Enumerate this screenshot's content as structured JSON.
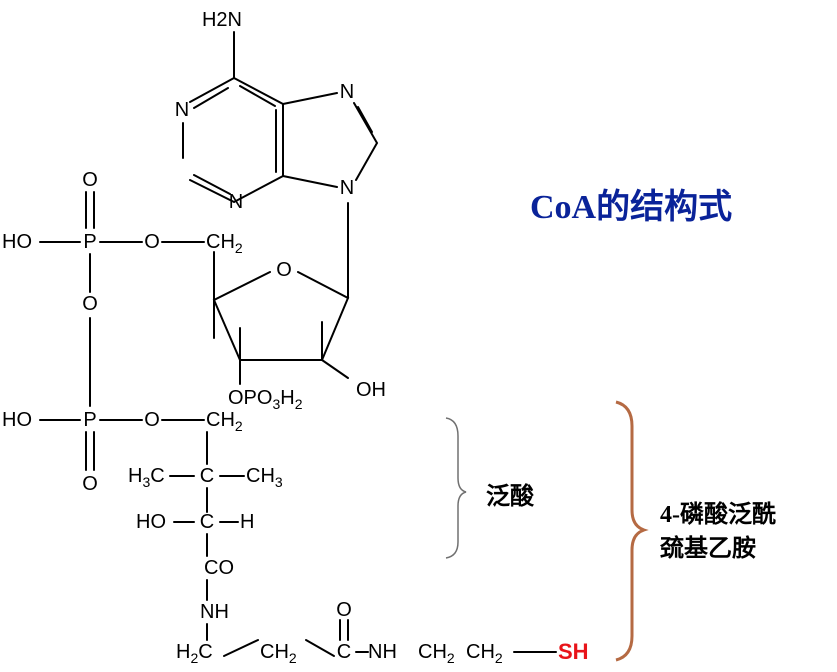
{
  "title": "CoA的结构式",
  "colors": {
    "title": "#0a2399",
    "thiol": "#e8141a",
    "brace_small": "#707070",
    "brace_large": "#b56a43"
  },
  "atoms": {
    "nh2": "H2N",
    "n1": "N",
    "n3": "N",
    "n7": "N",
    "n9": "N",
    "ring_o": "O",
    "oh_ribose": "OH",
    "opo3h2": "OPO3H2",
    "p1_top_o": "O",
    "p1_ho": "HO",
    "p1": "P",
    "p1_ester_o": "O",
    "ch2_ribose": "CH2",
    "bridge_o": "O",
    "p2_ho": "HO",
    "p2": "P",
    "p2_ester_o": "O",
    "p2_bottom_o": "O",
    "ch2_panto": "CH2",
    "me_left": "H3C",
    "c_quat": "C",
    "me_right": "CH3",
    "ho_panto": "HO",
    "c_choh": "C",
    "h_panto": "H",
    "co_1": "CO",
    "nh_1": "NH",
    "ch2_a": "H2C",
    "ch2_b": "CH2",
    "c_amide": "C",
    "o_amide": "O",
    "nh_2": "NH",
    "ch2_c": "CH2",
    "ch2_d": "CH2",
    "sh": "SH"
  },
  "labels": {
    "pantoic_acid": "泛酸",
    "phosphopantetheine_line1": "4-磷酸泛酰",
    "phosphopantetheine_line2": "巯基乙胺"
  }
}
